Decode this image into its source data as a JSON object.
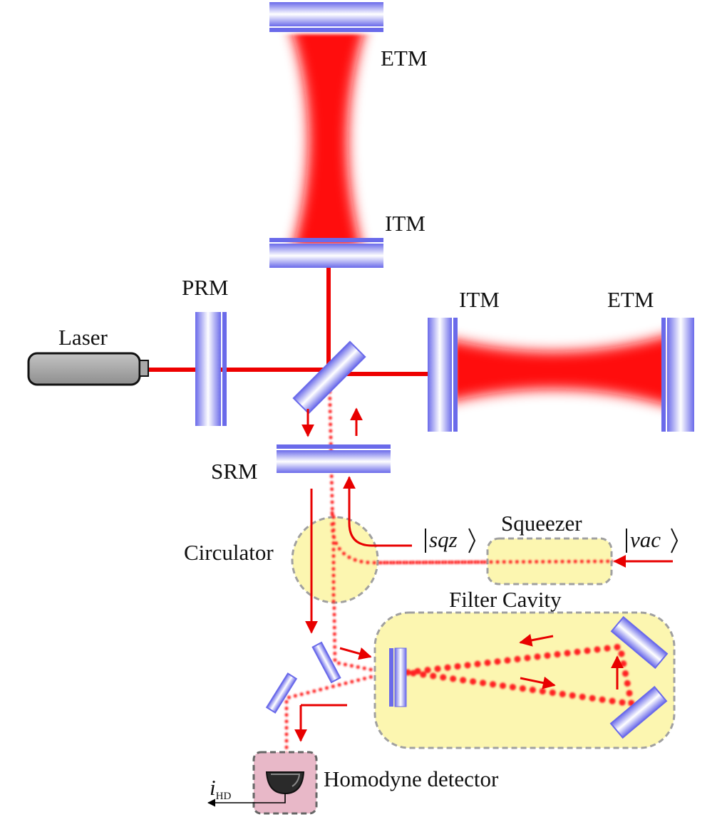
{
  "labels": {
    "etm_top": "ETM",
    "itm_top": "ITM",
    "prm": "PRM",
    "laser": "Laser",
    "itm_right": "ITM",
    "etm_right": "ETM",
    "srm": "SRM",
    "circulator": "Circulator",
    "squeezer": "Squeezer",
    "filter_cavity": "Filter Cavity",
    "homodyne_detector": "Homodyne detector"
  },
  "kets": {
    "sqz": "sqz",
    "vac": "vac"
  },
  "output": {
    "symbol": "i",
    "subscript": "HD"
  },
  "colors": {
    "beam": "#ff0000",
    "mirror": "#6868e8",
    "yellow_fill": "#fcf6b0",
    "box_border": "#a0a0a0",
    "detector_fill": "#e8b8c8",
    "laser_body": "#a8a8a8"
  }
}
